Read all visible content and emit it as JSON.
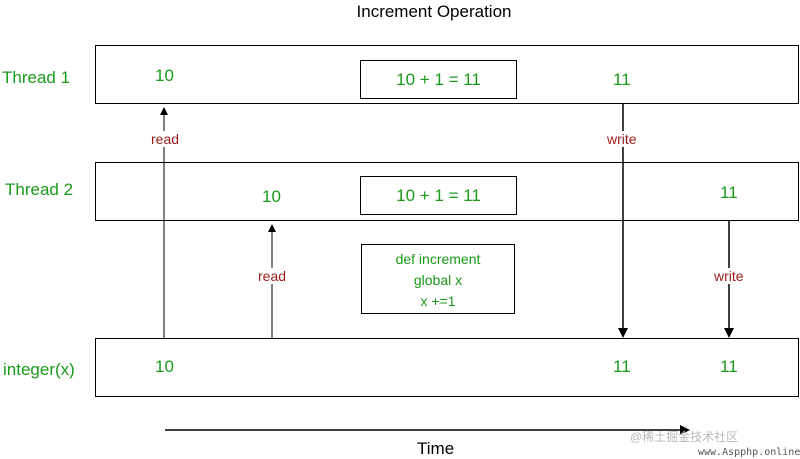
{
  "title": "Increment Operation",
  "rows": {
    "thread1": {
      "label": "Thread 1",
      "read_value": "10",
      "calc": "10 + 1 = 11",
      "result": "11"
    },
    "thread2": {
      "label": "Thread 2",
      "read_value": "10",
      "calc": "10 + 1 = 11",
      "result": "11"
    },
    "integer": {
      "label": "integer(x)",
      "initial": "10",
      "after_first_write": "11",
      "after_second_write": "11"
    }
  },
  "code_lines": [
    "def increment",
    "global x",
    "x +=1"
  ],
  "arrows": {
    "read": "read",
    "write": "write"
  },
  "time_label": "Time",
  "watermark": {
    "line1": "@稀土掘金技术社区",
    "line2": "www.Aspphp.online"
  },
  "colors": {
    "value_text": "#1a9a1a",
    "arrow_label": "#9a1b1b",
    "line": "#000000"
  }
}
